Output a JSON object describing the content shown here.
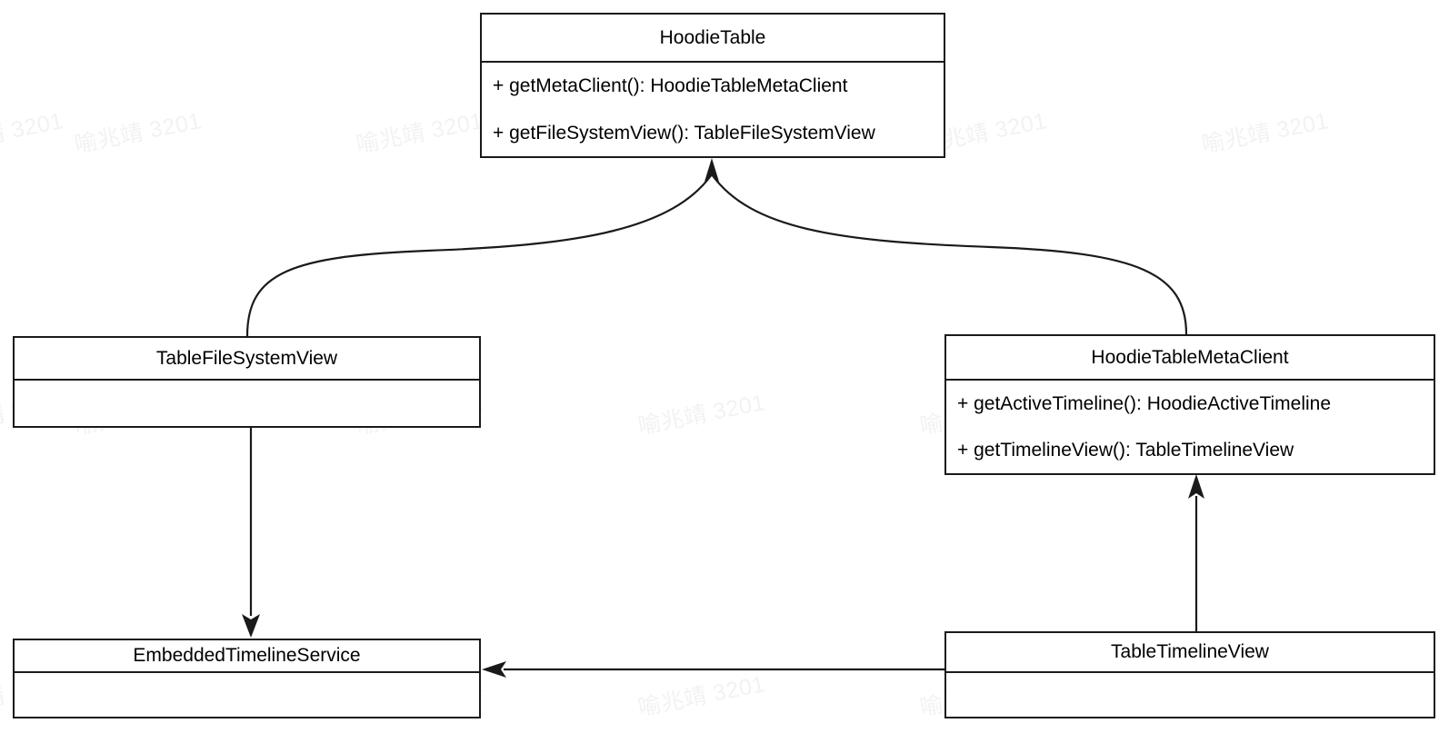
{
  "diagram": {
    "type": "uml-class-diagram",
    "background_color": "#ffffff",
    "line_color": "#1a1a1a",
    "text_color": "#000000",
    "watermark": {
      "text": "喻兆靖 3201",
      "color": "#f2f2f2",
      "rotation_deg": -11
    }
  },
  "classes": {
    "hoodie_table": {
      "name": "HoodieTable",
      "members": [
        "+ getMetaClient(): HoodieTableMetaClient",
        "+ getFileSystemView(): TableFileSystemView"
      ]
    },
    "table_file_system_view": {
      "name": "TableFileSystemView",
      "members": []
    },
    "hoodie_table_meta_client": {
      "name": "HoodieTableMetaClient",
      "members": [
        "+ getActiveTimeline(): HoodieActiveTimeline",
        "+ getTimelineView(): TableTimelineView"
      ]
    },
    "embedded_timeline_service": {
      "name": "EmbeddedTimelineService",
      "members": []
    },
    "table_timeline_view": {
      "name": "TableTimelineView",
      "members": []
    }
  },
  "relations": [
    {
      "id": "rel-tablefilesystemview-to-hoodietable",
      "from": "TableFileSystemView",
      "to": "HoodieTable",
      "style": "curved",
      "arrow": "open-filled-triangle"
    },
    {
      "id": "rel-hoodietablemetaclient-to-hoodietable",
      "from": "HoodieTableMetaClient",
      "to": "HoodieTable",
      "style": "curved",
      "arrow": "open-filled-triangle"
    },
    {
      "id": "rel-tablefilesystemview-to-embeddedtimelineservice",
      "from": "TableFileSystemView",
      "to": "EmbeddedTimelineService",
      "style": "straight-vertical",
      "arrow": "open-filled-triangle"
    },
    {
      "id": "rel-tabletimelineview-to-hoodietablemetaclient",
      "from": "TableTimelineView",
      "to": "HoodieTableMetaClient",
      "style": "straight-vertical",
      "arrow": "open-filled-triangle"
    },
    {
      "id": "rel-tabletimelineview-to-embeddedtimelineservice",
      "from": "TableTimelineView",
      "to": "EmbeddedTimelineService",
      "style": "straight-horizontal",
      "arrow": "open-filled-triangle"
    }
  ]
}
